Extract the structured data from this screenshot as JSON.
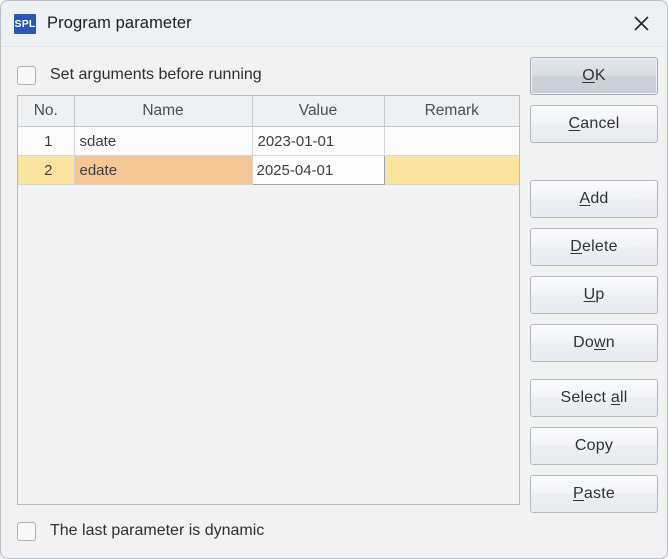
{
  "window": {
    "app_icon_text": "SPL",
    "title": "Program parameter",
    "close_icon": "close-icon"
  },
  "options": {
    "set_arguments_label": "Set arguments before running",
    "set_arguments_checked": false,
    "last_parameter_dynamic_label": "The last parameter is dynamic",
    "last_parameter_dynamic_checked": false
  },
  "table": {
    "columns": [
      "No.",
      "Name",
      "Value",
      "Remark"
    ],
    "rows": [
      {
        "no": "1",
        "name": "sdate",
        "value": "2023-01-01",
        "remark": "",
        "selected": false
      },
      {
        "no": "2",
        "name": "edate",
        "value": "2025-04-01",
        "remark": "",
        "selected": true
      }
    ]
  },
  "buttons": {
    "ok": {
      "label": "OK",
      "mnemonic": "O"
    },
    "cancel": {
      "label": "Cancel",
      "mnemonic": "C"
    },
    "add": {
      "label": "Add",
      "mnemonic": "A"
    },
    "delete": {
      "label": "Delete",
      "mnemonic": "D"
    },
    "up": {
      "label": "Up",
      "mnemonic": "U"
    },
    "down": {
      "label": "Down",
      "mnemonic": "w"
    },
    "select_all": {
      "label": "Select all",
      "mnemonic": "a"
    },
    "copy": {
      "label": "Copy",
      "mnemonic": ""
    },
    "paste": {
      "label": "Paste",
      "mnemonic": "P"
    }
  },
  "colors": {
    "accent": "#2a56b5",
    "row_selected": "#fbe3a0",
    "cell_focus": "#f5c794",
    "window_bg": "#f2f2f2",
    "titlebar_bg": "#eef1f4"
  }
}
